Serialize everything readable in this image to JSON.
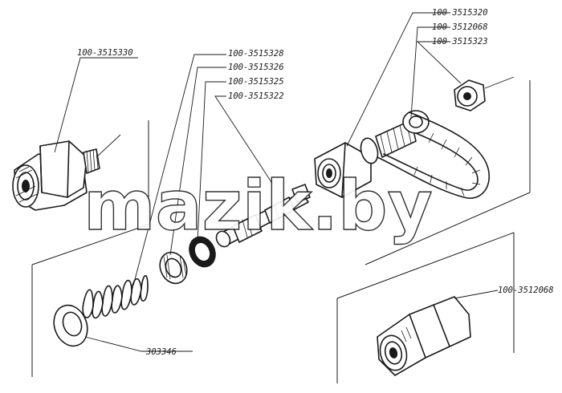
{
  "labels": {
    "fitting_adapter": "100-3515330",
    "spring_top": "100-3515328",
    "ring_1": "100-3515326",
    "ring_2": "100-3515325",
    "valve_stem": "100-3515322",
    "coupling_assembly": "100-3515320",
    "coupling_nut_top": "100-3512068",
    "small_nut": "100-3515323",
    "coupling_nut_bottom": "100-3512068",
    "washer": "303346"
  },
  "watermark": "mazik.by"
}
